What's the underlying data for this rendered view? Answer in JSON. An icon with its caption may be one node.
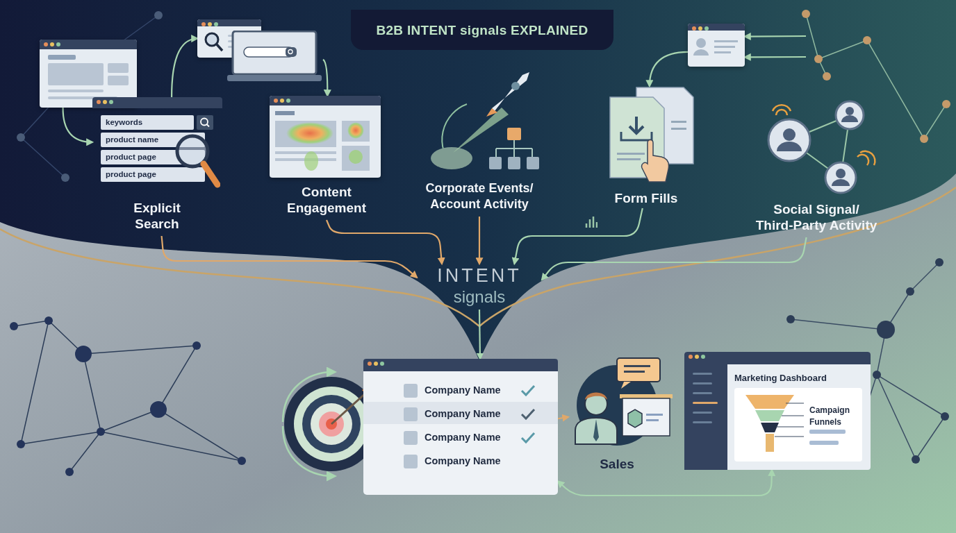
{
  "diagram": {
    "title": "B2B INTENT signals EXPLAINED",
    "nodes": [
      {
        "text": [],
        "shape": "box"
      },
      {
        "text": [
          "keywords",
          "product name",
          "product page",
          "product page"
        ]
      },
      {
        "text": [],
        "shape": "box"
      },
      {
        "text": [],
        "shape": "picture"
      },
      {
        "text": [],
        "shape": "box"
      },
      {
        "text": [
          "Explicit Search"
        ]
      },
      {
        "text": [
          "Content Engagement"
        ]
      },
      {
        "text": [],
        "shape": "box"
      },
      {
        "text": [],
        "shape": "picture"
      },
      {
        "text": [
          "Corporate Events/ Account Activity"
        ]
      },
      {
        "text": [
          "Form Fills"
        ]
      },
      {
        "text": [
          "Social Signal/ Third-Party Activity"
        ]
      },
      {
        "text": [
          "INTENT",
          "signals"
        ]
      },
      {
        "text": [],
        "shape": "picture"
      },
      {
        "text": [
          "Company Name",
          "Company Name",
          "Company Name",
          "Company Name"
        ]
      },
      {
        "text": [
          "Sales"
        ]
      },
      {
        "text": [
          "Marketing Dashboard",
          "Campaign Funnels"
        ]
      }
    ],
    "edges": [
      {
        "from": 0,
        "to": 1,
        "arrow": "to"
      },
      {
        "from": 1,
        "to": 2,
        "arrow": "to"
      },
      {
        "from": 3,
        "to": 4,
        "arrow": "to"
      },
      {
        "from": 7,
        "to": 8,
        "arrow": "to"
      },
      {
        "from": null,
        "to": 7,
        "arrow": "to"
      },
      {
        "from": null,
        "to": 7,
        "arrow": "to"
      },
      {
        "from": 5,
        "to": 12,
        "arrow": "to",
        "color": "#e0a86a"
      },
      {
        "from": 6,
        "to": 12,
        "arrow": "to",
        "color": "#e0a86a"
      },
      {
        "from": 9,
        "to": 12,
        "arrow": "to",
        "color": "#e0a86a"
      },
      {
        "from": 10,
        "to": 12,
        "arrow": "to"
      },
      {
        "from": 11,
        "to": 12,
        "arrow": "to"
      },
      {
        "from": 12,
        "to": 14,
        "arrow": "to"
      },
      {
        "from": 14,
        "to": 15,
        "arrow": "to",
        "color": "#e0a86a"
      },
      {
        "from": 16,
        "to": 14,
        "arrow": "both"
      }
    ]
  }
}
